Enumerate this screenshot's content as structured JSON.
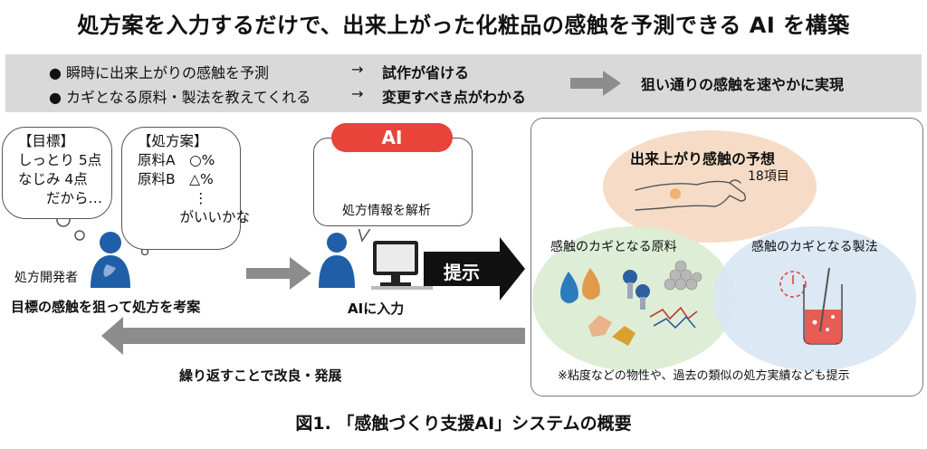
{
  "title": "処方案を入力するだけで、出来上がった化粧品の感触を予測できる AI を構築",
  "banner": {
    "bullet1": "瞬時に出来上がりの感触を予測",
    "arrow1": "→",
    "result1": "試作が省ける",
    "bullet2": "カギとなる原料・製法を教えてくれる",
    "arrow2": "→",
    "result2": "変更すべき点がわかる",
    "conclusion": "狙い通りの感触を速やかに実現"
  },
  "developer": {
    "goal_bubble": "【目標】\nしっとり 5点\nなじみ 4点\n　　だから…",
    "formula_bubble": "【処方案】\n原料A　○%\n原料B　△%\n　　　　⋮\n　　　がいいかな",
    "role": "処方開発者",
    "action": "目標の感触を狙って処方を考案"
  },
  "ai": {
    "label": "AI",
    "analysis": "処方情報を解析",
    "input": "AIに入力",
    "present": "提示"
  },
  "results": {
    "prediction_title": "出来上がり感触の予想",
    "prediction_count": "18項目",
    "ingredients": "感触のカギとなる原料",
    "process": "感触のカギとなる製法",
    "note": "※粘度などの物性や、過去の類似の処方実績なども提示"
  },
  "loop": "繰り返すことで改良・発展",
  "caption": "図1. 「感触づくり支援AI」システムの概要",
  "colors": {
    "ai_red": "#e8443a",
    "person_blue": "#1f5fa8",
    "arrow_gray": "#8c8c8c",
    "banner_gray": "#d9d9d9",
    "circle_orange": "#f6dcc6",
    "circle_green": "#dcecd4",
    "circle_blue": "#d8e6f3"
  }
}
